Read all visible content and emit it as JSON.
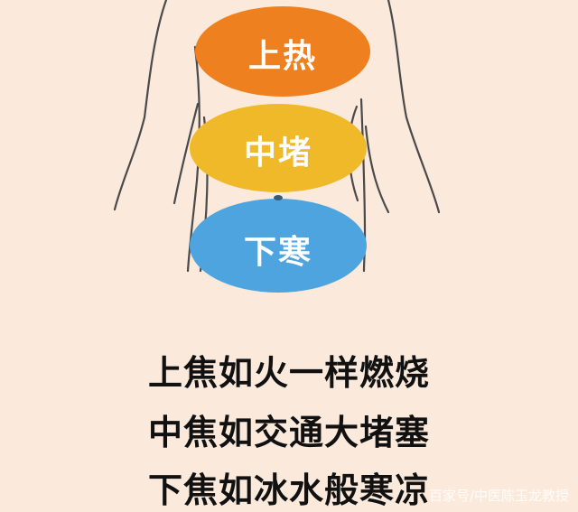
{
  "zones": [
    {
      "label": "上热",
      "color": "#ee8020"
    },
    {
      "label": "中堵",
      "color": "#f0b92a"
    },
    {
      "label": "下寒",
      "color": "#4da4de"
    }
  ],
  "captions": [
    "上焦如火一样燃烧",
    "中焦如交通大堵塞",
    "下焦如冰水般寒凉"
  ],
  "watermark": "百家号/中医陈玉龙教授"
}
